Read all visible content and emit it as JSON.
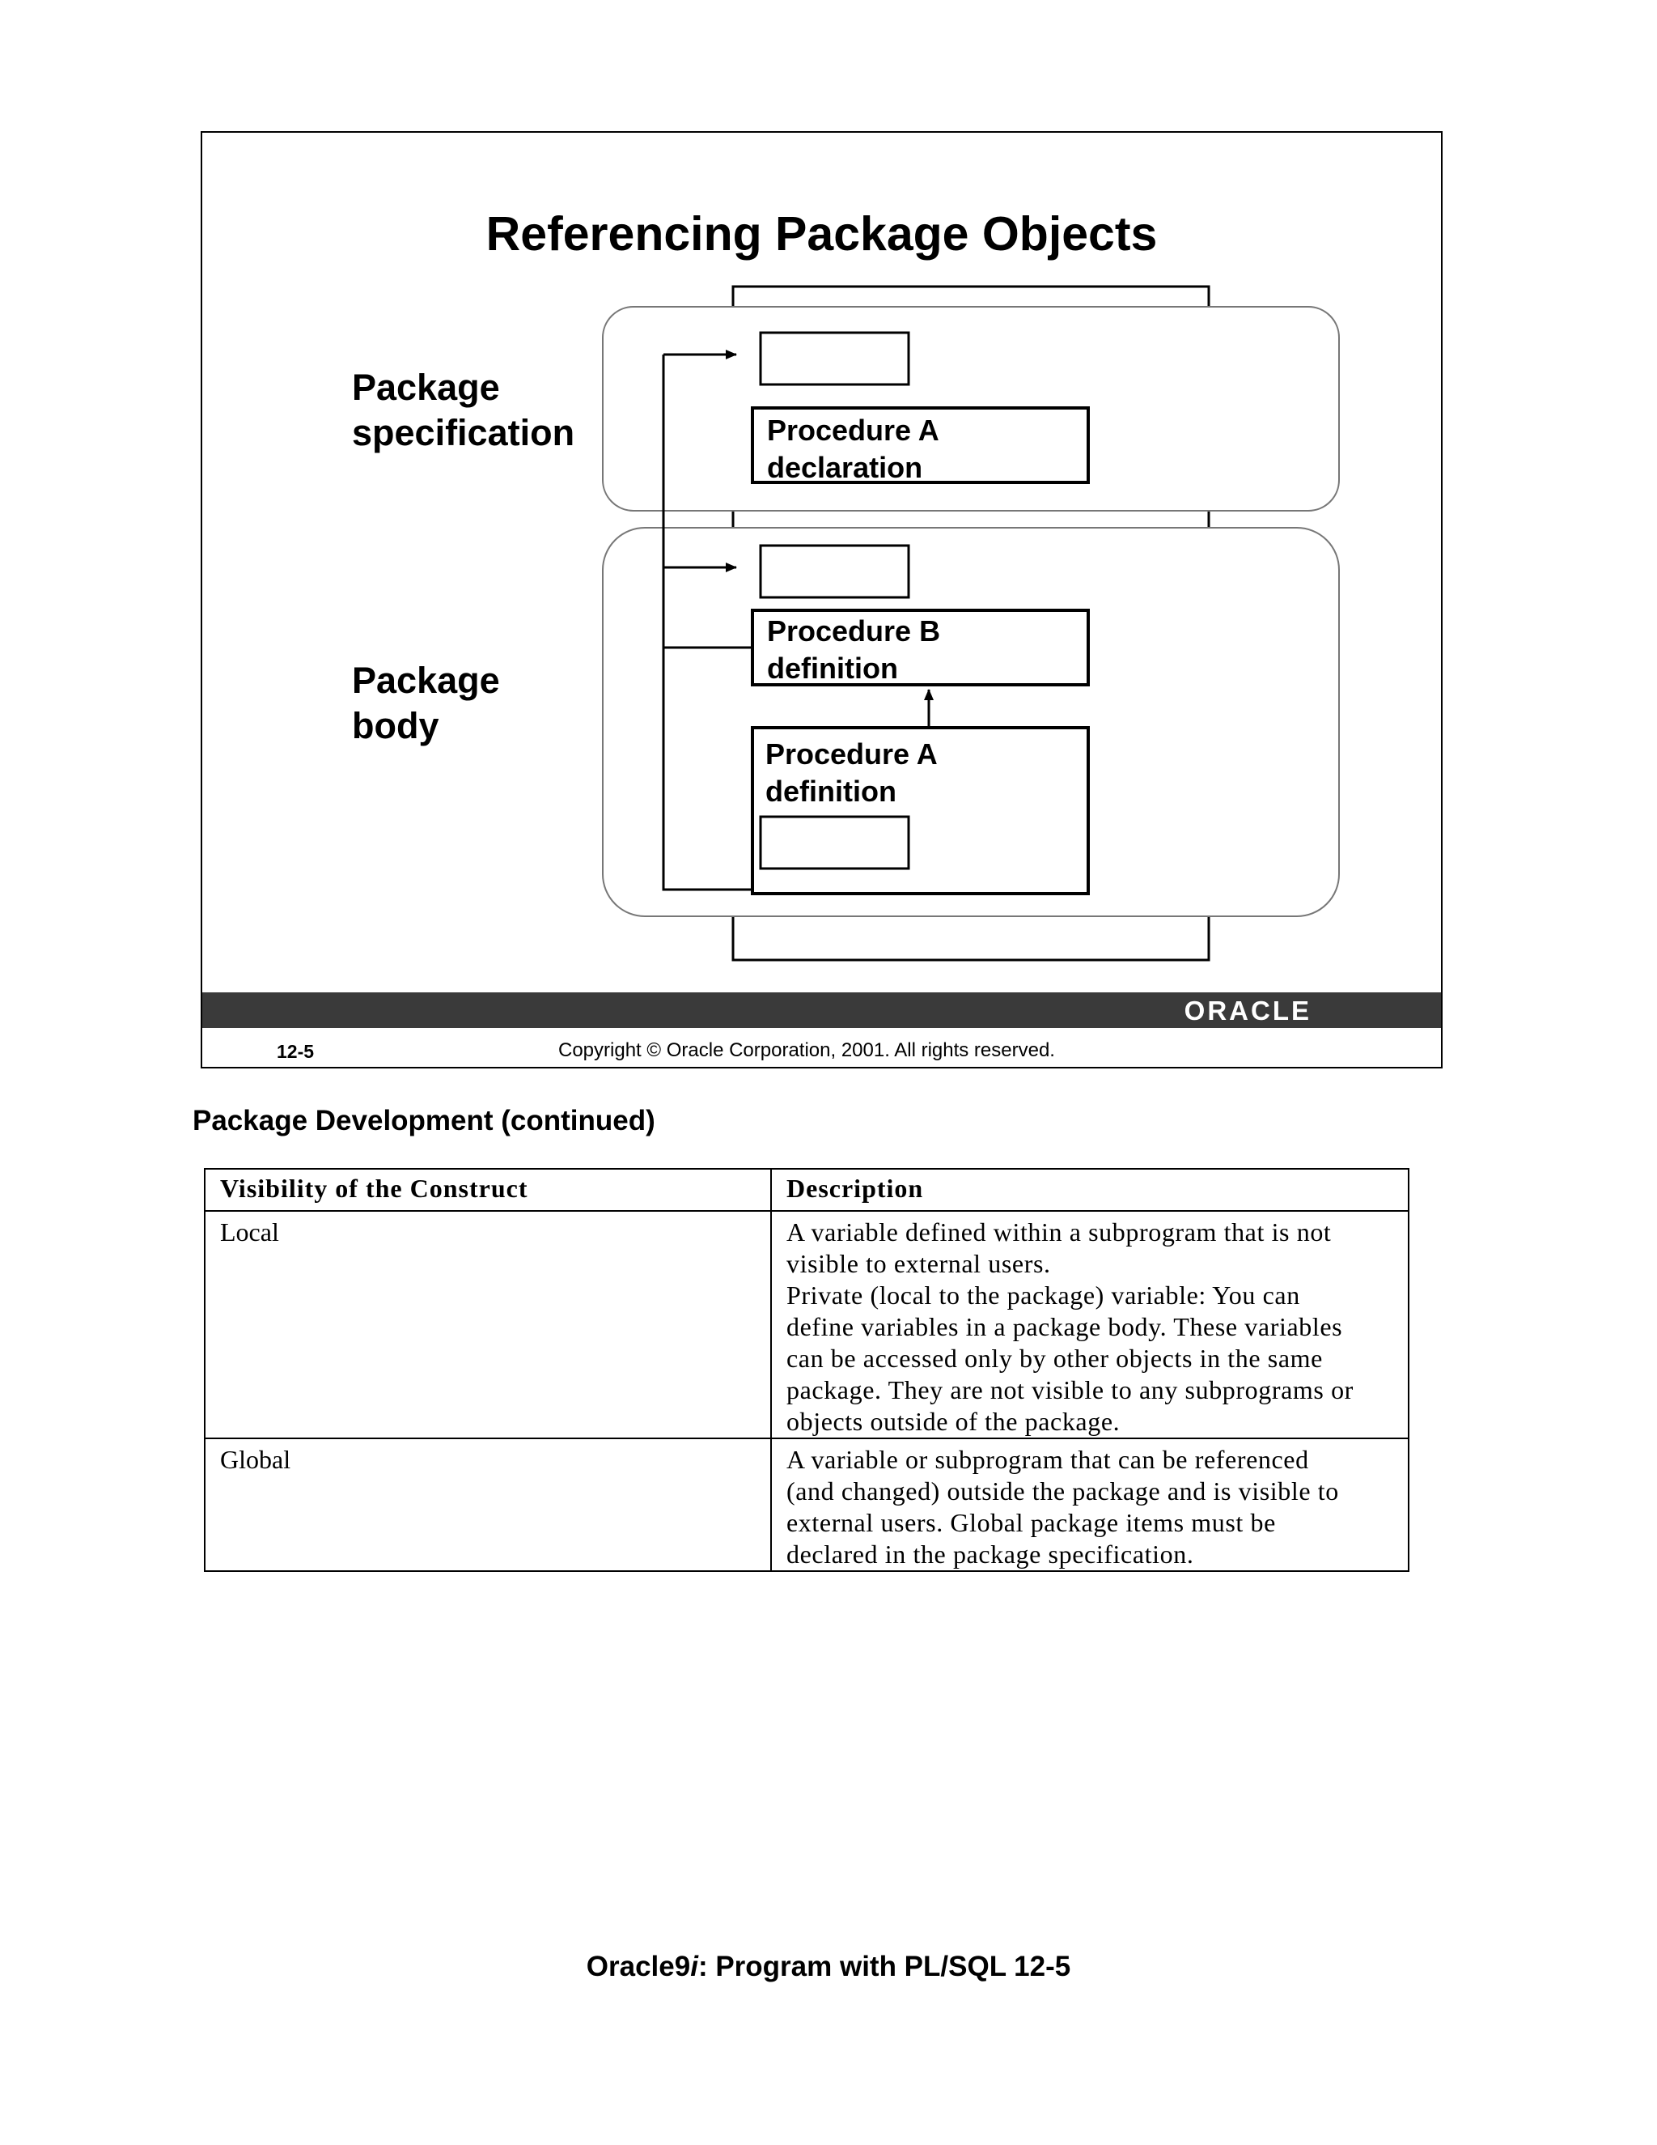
{
  "slide": {
    "title": "Referencing Package Objects",
    "spec_label_line1": "Package",
    "spec_label_line2": "specification",
    "body_label_line1": "Package",
    "body_label_line2": "body",
    "proc_a_decl_line1": "Procedure A",
    "proc_a_decl_line2": "declaration",
    "proc_b_def_line1": "Procedure B",
    "proc_b_def_line2": "definition",
    "proc_a_def_line1": "Procedure A",
    "proc_a_def_line2": "definition",
    "logo": "ORACLE",
    "slide_number": "12-5",
    "copyright": "Copyright © Oracle Corporation, 2001. All rights reserved."
  },
  "section_heading": "Package Development (continued)",
  "table": {
    "headers": [
      "Visibility of  the Construct",
      "Description"
    ],
    "rows": [
      {
        "construct": "Local",
        "description": [
          "A variable defined within a subprogram that is not",
          "visible to external users.",
          "Private (local to the package) variable: You can",
          "define variables in a package body. These variables",
          "can be accessed only by other objects in the same",
          "package. They are not visible to any subprograms or",
          "objects outside of the package."
        ]
      },
      {
        "construct": "Global",
        "description": [
          "A variable or subprogram that can be referenced",
          "(and changed) outside the package and is visible to",
          "external users. Global package items must be",
          "declared in the package specification."
        ]
      }
    ]
  },
  "footer": {
    "prefix": "Oracle9",
    "italic": "i",
    "suffix": ": Program with PL/SQL 12-5"
  }
}
